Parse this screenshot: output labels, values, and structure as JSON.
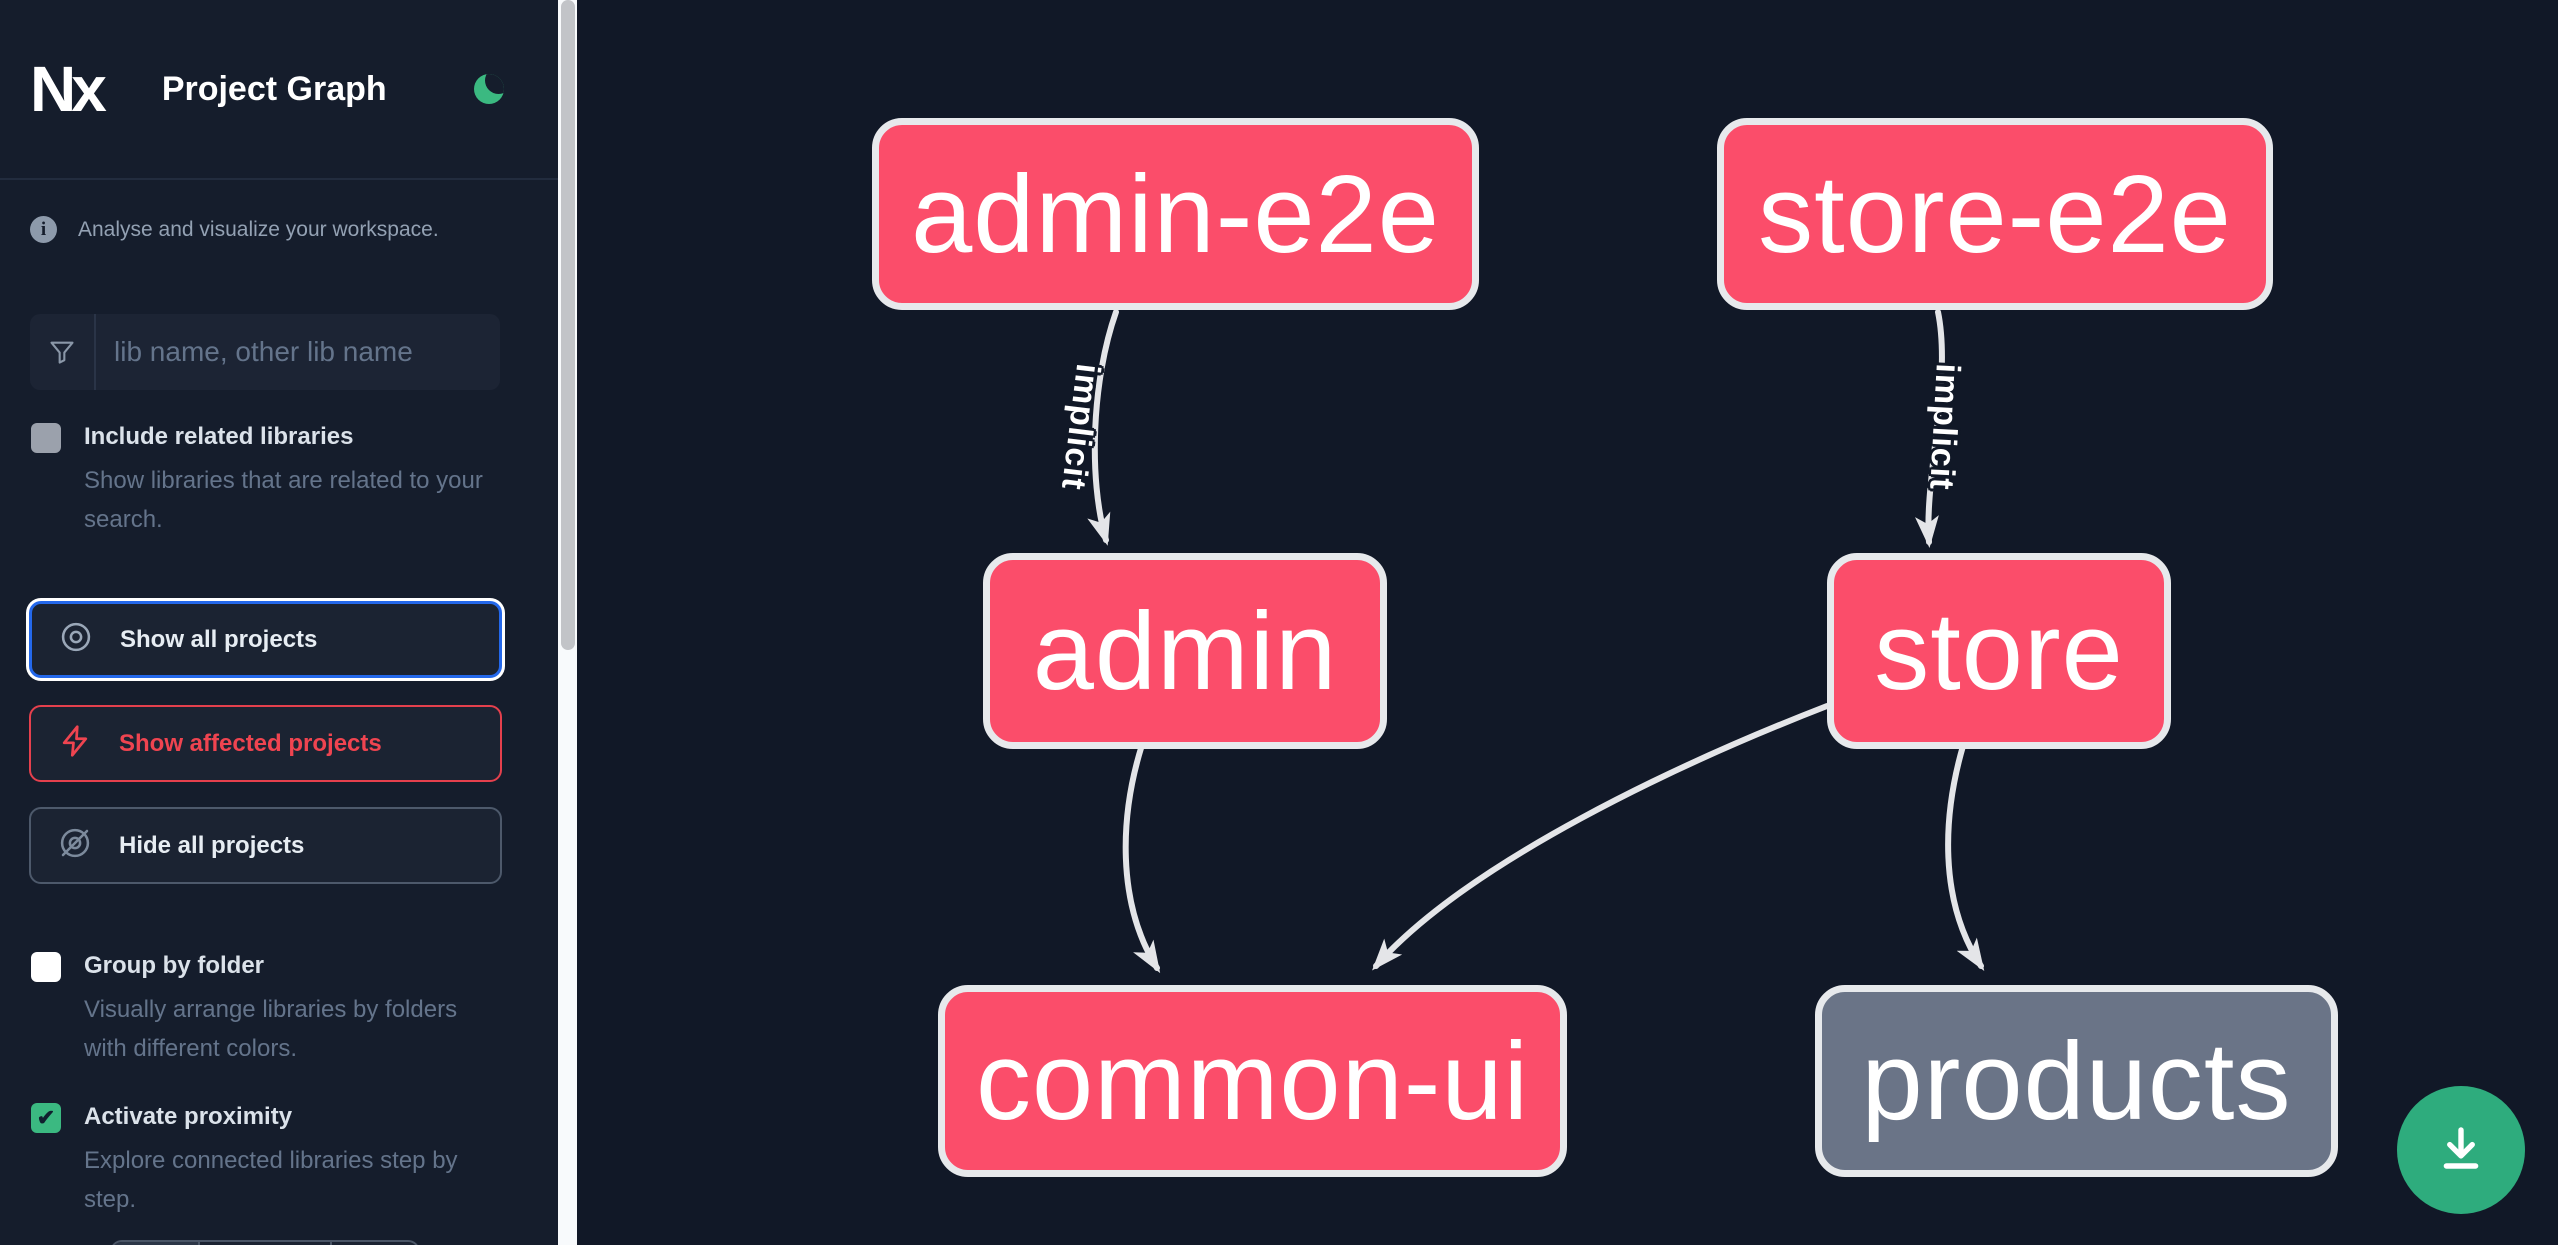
{
  "header": {
    "logo_text": "Nx",
    "title": "Project Graph",
    "theme_toggle_icon": "moon"
  },
  "sidebar": {
    "tagline": "Analyse and visualize your workspace.",
    "search": {
      "placeholder": "lib name, other lib name",
      "icon": "funnel-icon"
    },
    "options": [
      {
        "label": "Include related libraries",
        "description": "Show libraries that are related to your search.",
        "checked": false,
        "enabled": false
      },
      {
        "label": "Group by folder",
        "description": "Visually arrange libraries by folders with different colors.",
        "checked": false,
        "enabled": true
      },
      {
        "label": "Activate proximity",
        "description": "Explore connected libraries step by step.",
        "checked": true,
        "enabled": true
      }
    ],
    "actions": [
      {
        "label": "Show all projects",
        "icon": "eye-icon",
        "state": "focused"
      },
      {
        "label": "Show affected projects",
        "icon": "bolt-icon",
        "state": "affected"
      },
      {
        "label": "Hide all projects",
        "icon": "eye-slash-icon",
        "state": "default"
      }
    ]
  },
  "graph": {
    "nodes": [
      {
        "label": "admin-e2e",
        "color": "pink"
      },
      {
        "label": "store-e2e",
        "color": "pink"
      },
      {
        "label": "admin",
        "color": "pink"
      },
      {
        "label": "store",
        "color": "pink"
      },
      {
        "label": "common-ui",
        "color": "pink"
      },
      {
        "label": "products",
        "color": "gray"
      }
    ],
    "edges": [
      {
        "from": "admin-e2e",
        "to": "admin",
        "label": "implicit"
      },
      {
        "from": "store-e2e",
        "to": "store",
        "label": "implicit"
      },
      {
        "from": "admin",
        "to": "common-ui",
        "label": ""
      },
      {
        "from": "store",
        "to": "common-ui",
        "label": ""
      },
      {
        "from": "store",
        "to": "products",
        "label": ""
      }
    ]
  },
  "fab": {
    "icon": "download-icon"
  },
  "colors": {
    "node_pink": "#fb4d6a",
    "node_gray": "#6a7487",
    "node_border": "#e7e9ec",
    "edge": "#e4e5e8",
    "accent_green": "#2eac7d",
    "checkbox_green": "#3bb981",
    "focus_blue": "#2468eb",
    "affected_red": "#ef4450",
    "canvas_bg": "#111827",
    "sidebar_bg": "#151d2c"
  }
}
